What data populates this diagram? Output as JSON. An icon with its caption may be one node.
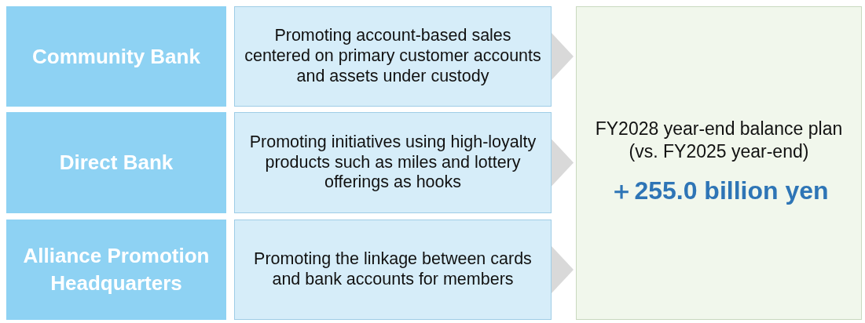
{
  "diagram": {
    "nodes": [
      {
        "text": [
          "Community Bank"
        ]
      },
      {
        "text": [
          "Promoting account-based sales centered on primary customer accounts and assets under custody"
        ]
      },
      {
        "text": [
          "Direct Bank"
        ]
      },
      {
        "text": [
          "Promoting initiatives using high-loyalty products such as miles and lottery offerings as hooks"
        ]
      },
      {
        "text": [
          "Alliance Promotion Headquarters"
        ]
      },
      {
        "text": [
          "Promoting the linkage between cards and bank accounts for members"
        ]
      },
      {
        "text": [
          "FY2028 year-end balance plan (vs. FY2025 year-end)",
          "＋255.0 billion yen"
        ]
      }
    ],
    "edges": [
      {
        "from": 1,
        "to": 6,
        "arrow": "to"
      },
      {
        "from": 3,
        "to": 6,
        "arrow": "to"
      },
      {
        "from": 5,
        "to": 6,
        "arrow": "to"
      }
    ]
  }
}
